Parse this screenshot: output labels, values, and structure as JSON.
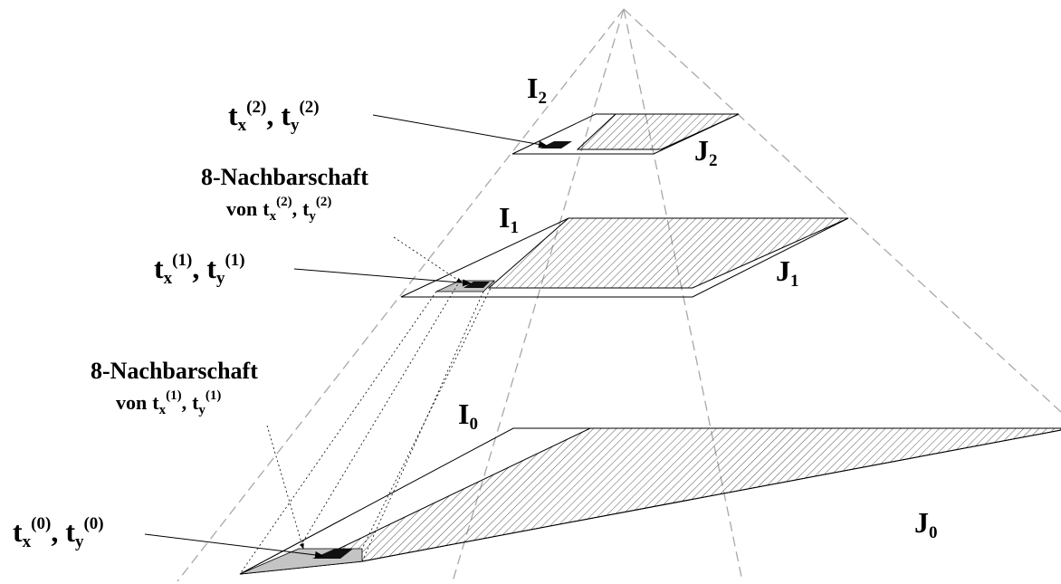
{
  "levels": {
    "I2": {
      "letter": "I",
      "index": "2"
    },
    "J2": {
      "letter": "J",
      "index": "2"
    },
    "I1": {
      "letter": "I",
      "index": "1"
    },
    "J1": {
      "letter": "J",
      "index": "1"
    },
    "I0": {
      "letter": "I",
      "index": "0"
    },
    "J0": {
      "letter": "J",
      "index": "0"
    }
  },
  "translations": {
    "level2": {
      "t": "t",
      "x": "x",
      "y": "y",
      "sup": "(2)",
      "sep": ","
    },
    "level1": {
      "t": "t",
      "x": "x",
      "y": "y",
      "sup": "(1)",
      "sep": ","
    },
    "level0": {
      "t": "t",
      "x": "x",
      "y": "y",
      "sup": "(0)",
      "sep": ","
    }
  },
  "neighborhood_upper": {
    "line1": "8-Nachbarschaft",
    "von": "von",
    "t": "t",
    "x": "x",
    "y": "y",
    "sup": "(2)",
    "sep": ","
  },
  "neighborhood_lower": {
    "line1": "8-Nachbarschaft",
    "von": "von",
    "t": "t",
    "x": "x",
    "y": "y",
    "sup": "(1)",
    "sep": ","
  },
  "colors": {
    "hatch": "#555555",
    "neighborhood_fill": "#c4c4c4",
    "position_fill": "#111111",
    "dashed": "#a8a8a8"
  }
}
